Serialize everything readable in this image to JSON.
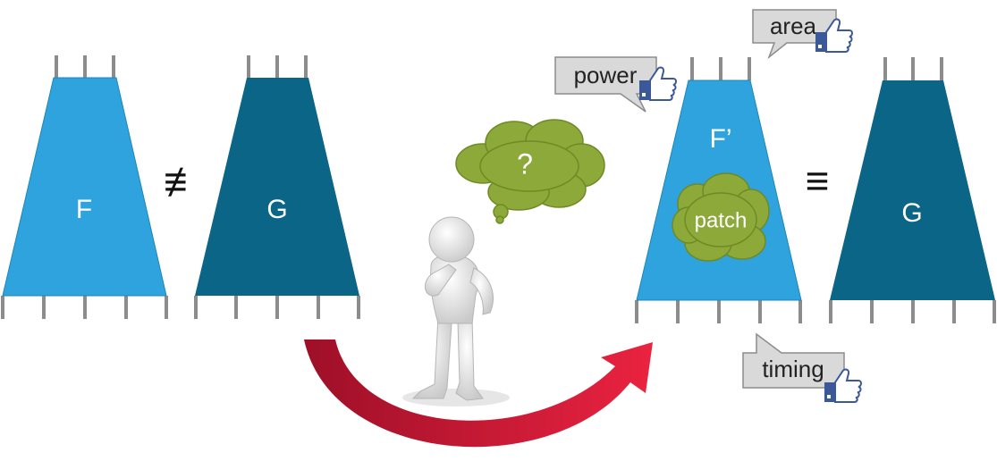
{
  "colors": {
    "light_block": "#2EA3DE",
    "dark_block": "#0A6587",
    "cloud": "#8CA93A",
    "cloud_stroke": "#6E8A25",
    "arrow_dark": "#A3112B",
    "arrow_light": "#E8213B",
    "callout_fill": "#D9D9D9",
    "callout_stroke": "#8C8C8C",
    "pin": "#8C8C8C",
    "thumb": "#3B5998"
  },
  "blocks": {
    "f_label": "F",
    "g_label": "G",
    "f_prime_label": "F’",
    "g2_label": "G"
  },
  "relations": {
    "not_equivalent": "≢",
    "equivalent": "≡"
  },
  "thought": {
    "question": "?"
  },
  "patch": {
    "label": "patch"
  },
  "callouts": {
    "power": "power",
    "area": "area",
    "timing": "timing"
  },
  "icons": {
    "thumbs_up": "thumbs-up-icon",
    "thinking_person": "thinking-person-icon"
  }
}
